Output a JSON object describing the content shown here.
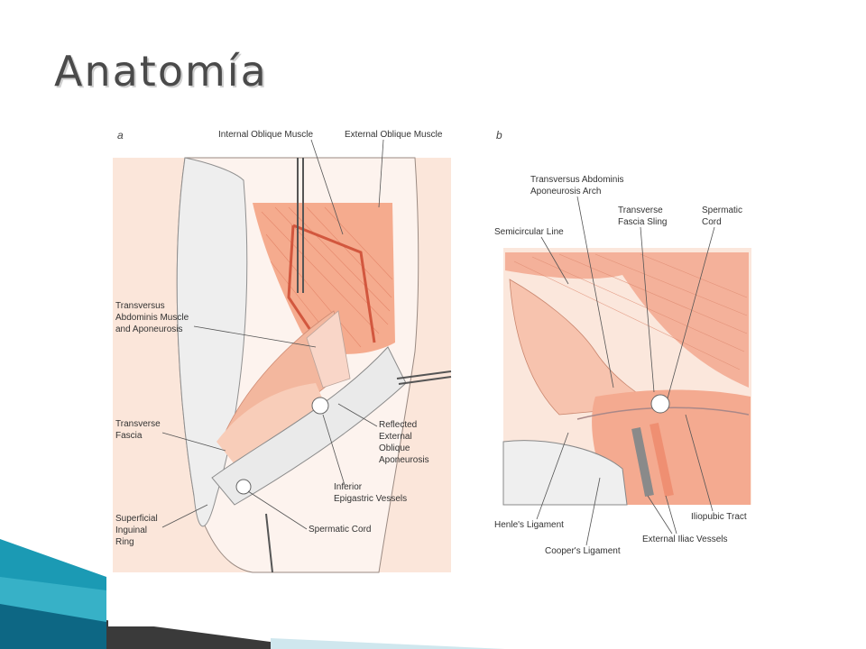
{
  "slide": {
    "title": "Anatomía"
  },
  "colors": {
    "muscle": "#f2a587",
    "muscle_dark": "#d9573f",
    "fascia": "#fbe3d6",
    "tissue_light": "#fdf0e8",
    "deco_teal": "#1a9bb5",
    "deco_dark": "#0c5f7a"
  },
  "figure": {
    "panel_a": {
      "letter": "a",
      "labels": {
        "internal_oblique": "Internal Oblique Muscle",
        "external_oblique": "External Oblique Muscle",
        "transversus": [
          "Transversus",
          "Abdominis Muscle",
          "and Aponeurosis"
        ],
        "transverse_fascia": [
          "Transverse",
          "Fascia"
        ],
        "reflected": [
          "Reflected",
          "External",
          "Oblique",
          "Aponeurosis"
        ],
        "inferior_epigastric": [
          "Inferior",
          "Epigastric Vessels"
        ],
        "superficial_ring": [
          "Superficial",
          "Inguinal",
          "Ring"
        ],
        "spermatic_cord": "Spermatic Cord"
      }
    },
    "panel_b": {
      "letter": "b",
      "labels": {
        "arch": [
          "Transversus Abdominis",
          "Aponeurosis Arch"
        ],
        "semicircular": "Semicircular Line",
        "sling": [
          "Transverse",
          "Fascia Sling"
        ],
        "spermatic": [
          "Spermatic",
          "Cord"
        ],
        "henle": "Henle's Ligament",
        "cooper": "Cooper's Ligament",
        "iliopubic": "Iliopubic Tract",
        "iliac": "External Iliac Vessels"
      }
    }
  }
}
